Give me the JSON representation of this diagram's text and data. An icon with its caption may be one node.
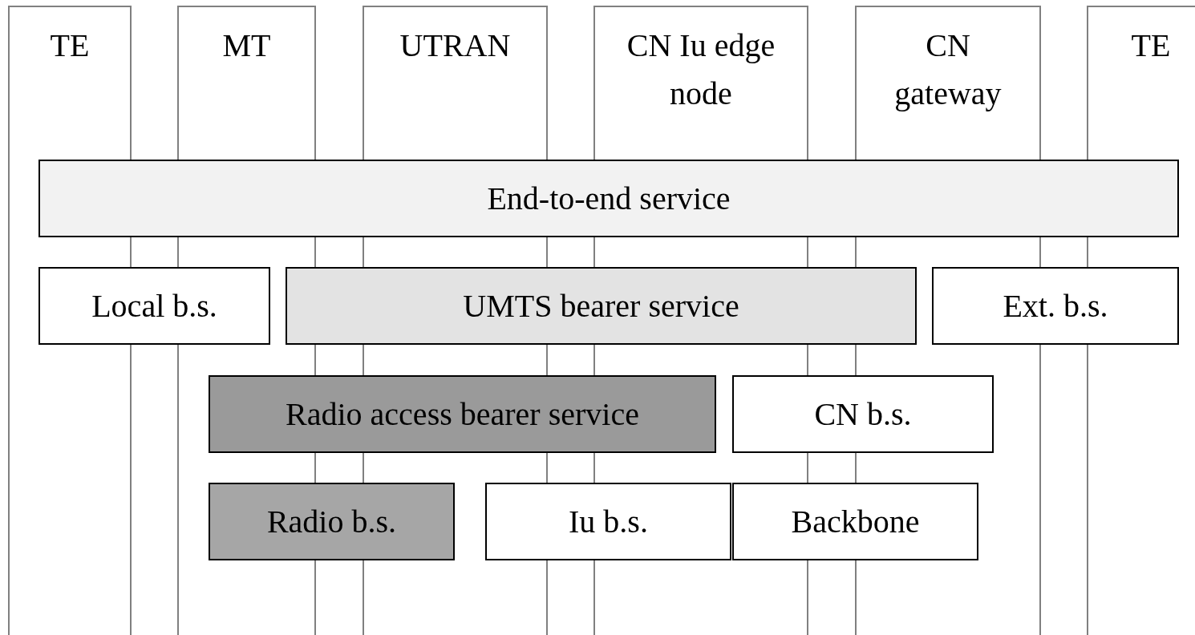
{
  "diagram": {
    "nodes": [
      {
        "text": [
          "TE"
        ]
      },
      {
        "text": [
          "MT"
        ]
      },
      {
        "text": [
          "UTRAN"
        ]
      },
      {
        "text": [
          "CN Iu edge node"
        ]
      },
      {
        "text": [
          "CN gateway"
        ]
      },
      {
        "text": [
          "TE"
        ]
      },
      {
        "text": [
          "End-to-end service"
        ]
      },
      {
        "text": [
          "Local b.s."
        ]
      },
      {
        "text": [
          "UMTS bearer service"
        ]
      },
      {
        "text": [
          "Ext. b.s."
        ]
      },
      {
        "text": [
          "Radio access bearer service"
        ]
      },
      {
        "text": [
          "CN b.s."
        ]
      },
      {
        "text": [
          "Radio b.s."
        ]
      },
      {
        "text": [
          "Iu b.s."
        ]
      },
      {
        "text": [
          "Backbone"
        ]
      }
    ]
  }
}
